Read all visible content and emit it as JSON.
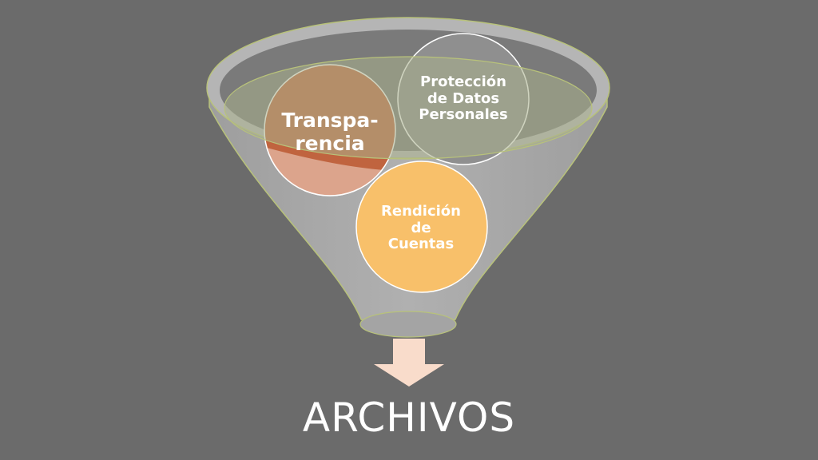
{
  "diagram": {
    "circles": [
      {
        "id": "transparencia",
        "text": "Transpa-\nrencia",
        "color": "#c0643f"
      },
      {
        "id": "proteccion",
        "text": "Protección\nde Datos\nPersonales",
        "color": "#8f8f8f"
      },
      {
        "id": "rendicion",
        "text": "Rendición\nde\nCuentas",
        "color": "#f8c06a"
      }
    ],
    "funnel_color": "#a9a9a9",
    "funnel_rim_color": "#9aa084",
    "arrow_color": "#f9dccb",
    "output_label": "ARCHIVOS"
  }
}
